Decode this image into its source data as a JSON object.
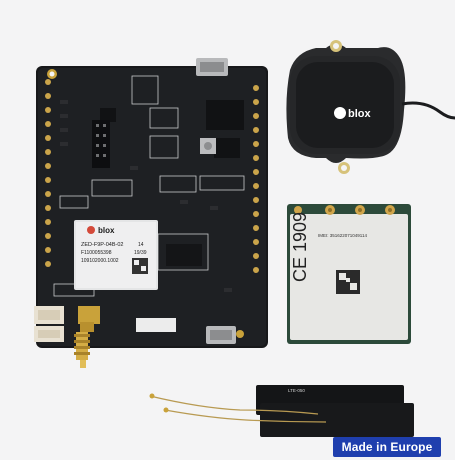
{
  "board": {
    "module_brand": "blox",
    "module_model": "ZED-F9P-04B-02",
    "module_line2": "F1100055398",
    "module_line3": "109102000.1002",
    "module_week": "14",
    "module_date": "19/39"
  },
  "antenna": {
    "brand": "blox"
  },
  "modem": {
    "ce_mark": "CE 1909",
    "imei": "IMEI: 351622071049114"
  },
  "lte_antenna": {
    "label": "LTE-050"
  },
  "badge": {
    "label": "Made in Europe"
  }
}
